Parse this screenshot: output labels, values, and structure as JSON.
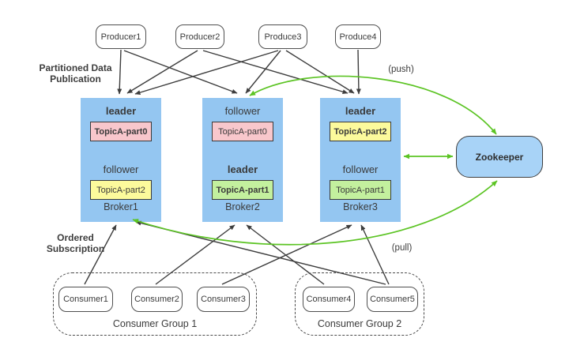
{
  "producers": [
    "Producer1",
    "Producer2",
    "Produce3",
    "Produce4"
  ],
  "brokers": [
    {
      "name": "Broker1",
      "slots": [
        {
          "role": "leader",
          "is_leader": true,
          "partition": "TopicA-part0",
          "color": "#f8c7cc"
        },
        {
          "role": "follower",
          "is_leader": false,
          "partition": "TopicA-part2",
          "color": "#fcfa9c"
        }
      ]
    },
    {
      "name": "Broker2",
      "slots": [
        {
          "role": "follower",
          "is_leader": false,
          "partition": "TopicA-part0",
          "color": "#f8c7cc"
        },
        {
          "role": "leader",
          "is_leader": true,
          "partition": "TopicA-part1",
          "color": "#c3f09e"
        }
      ]
    },
    {
      "name": "Broker3",
      "slots": [
        {
          "role": "leader",
          "is_leader": true,
          "partition": "TopicA-part2",
          "color": "#fcfa9c"
        },
        {
          "role": "follower",
          "is_leader": false,
          "partition": "TopicA-part1",
          "color": "#c3f09e"
        }
      ]
    }
  ],
  "zookeeper": {
    "label": "Zookeeper"
  },
  "groups": [
    {
      "label": "Consumer Group 1",
      "consumers": [
        "Consumer1",
        "Consumer2",
        "Consumer3"
      ]
    },
    {
      "label": "Consumer Group 2",
      "consumers": [
        "Consumer4",
        "Consumer5"
      ]
    }
  ],
  "annotations": {
    "partitioned_line1": "Partitioned Data",
    "partitioned_line2": "Publication",
    "ordered_line1": "Ordered",
    "ordered_line2": "Subscription",
    "push": "(push)",
    "pull": "(pull)"
  },
  "colors": {
    "broker-blue": "#94c6f1",
    "zk-blue": "#a8d3f7",
    "partition-pink": "#f8c7cc",
    "partition-yellow": "#fcfa9c",
    "partition-green": "#c3f09e",
    "arrow-black": "#3d3d3d",
    "arrow-green": "#5cc424"
  },
  "connections": {
    "producer_to_broker": [
      [
        "Producer1",
        "Broker1"
      ],
      [
        "Producer1",
        "Broker2"
      ],
      [
        "Producer2",
        "Broker1"
      ],
      [
        "Producer2",
        "Broker3"
      ],
      [
        "Produce3",
        "Broker1"
      ],
      [
        "Produce3",
        "Broker2"
      ],
      [
        "Produce3",
        "Broker3"
      ],
      [
        "Produce4",
        "Broker3"
      ]
    ],
    "consumer_to_broker": [
      [
        "Consumer1",
        "Broker1"
      ],
      [
        "Consumer2",
        "Broker2"
      ],
      [
        "Consumer3",
        "Broker3"
      ],
      [
        "Consumer4",
        "Broker2"
      ],
      [
        "Consumer5",
        "Broker3"
      ],
      [
        "Consumer5",
        "Broker1"
      ]
    ],
    "zookeeper_links": [
      [
        "Broker2",
        "Zookeeper",
        "push"
      ],
      [
        "Broker3",
        "Zookeeper",
        "bidirectional"
      ],
      [
        "Broker1",
        "Zookeeper",
        "pull"
      ]
    ]
  }
}
